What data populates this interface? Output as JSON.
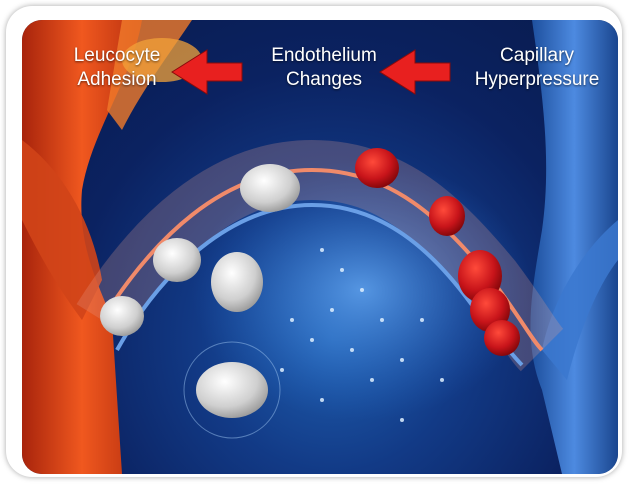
{
  "labels": {
    "leucocyte": {
      "line1": "Leucocyte",
      "line2": "Adhesion"
    },
    "endothelium": {
      "line1": "Endothelium",
      "line2": "Changes"
    },
    "capillary": {
      "line1": "Capillary",
      "line2": "Hyperpressure"
    }
  },
  "colors": {
    "artery": "#e0451a",
    "vein": "#2f6cc4",
    "background": "#0b2261",
    "arrow": "#e8201f",
    "red_cell": "#c4151b",
    "leucocyte": "#cfcfcf"
  },
  "icons": [
    "left-arrow-icon",
    "left-arrow-icon"
  ]
}
